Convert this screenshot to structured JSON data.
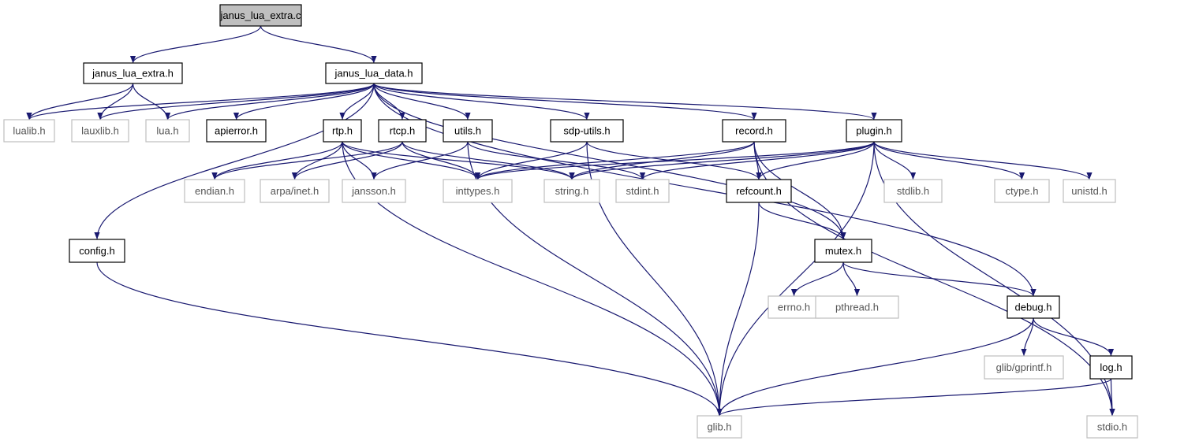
{
  "diagram": {
    "edge_color": "#191970",
    "nodes": [
      {
        "id": "janus_lua_extra_c",
        "label": "janus_lua_extra.c",
        "style": "root"
      },
      {
        "id": "janus_lua_extra_h",
        "label": "janus_lua_extra.h",
        "style": "local"
      },
      {
        "id": "janus_lua_data_h",
        "label": "janus_lua_data.h",
        "style": "local"
      },
      {
        "id": "lualib_h",
        "label": "lualib.h",
        "style": "system"
      },
      {
        "id": "lauxlib_h",
        "label": "lauxlib.h",
        "style": "system"
      },
      {
        "id": "lua_h",
        "label": "lua.h",
        "style": "system"
      },
      {
        "id": "apierror_h",
        "label": "apierror.h",
        "style": "local"
      },
      {
        "id": "rtp_h",
        "label": "rtp.h",
        "style": "local"
      },
      {
        "id": "rtcp_h",
        "label": "rtcp.h",
        "style": "local"
      },
      {
        "id": "utils_h",
        "label": "utils.h",
        "style": "local"
      },
      {
        "id": "sdp_utils_h",
        "label": "sdp-utils.h",
        "style": "local"
      },
      {
        "id": "record_h",
        "label": "record.h",
        "style": "local"
      },
      {
        "id": "plugin_h",
        "label": "plugin.h",
        "style": "local"
      },
      {
        "id": "endian_h",
        "label": "endian.h",
        "style": "system"
      },
      {
        "id": "arpa_inet_h",
        "label": "arpa/inet.h",
        "style": "system"
      },
      {
        "id": "jansson_h",
        "label": "jansson.h",
        "style": "system"
      },
      {
        "id": "inttypes_h",
        "label": "inttypes.h",
        "style": "system"
      },
      {
        "id": "string_h",
        "label": "string.h",
        "style": "system"
      },
      {
        "id": "stdint_h",
        "label": "stdint.h",
        "style": "system"
      },
      {
        "id": "refcount_h",
        "label": "refcount.h",
        "style": "local"
      },
      {
        "id": "stdlib_h",
        "label": "stdlib.h",
        "style": "system"
      },
      {
        "id": "ctype_h",
        "label": "ctype.h",
        "style": "system"
      },
      {
        "id": "unistd_h",
        "label": "unistd.h",
        "style": "system"
      },
      {
        "id": "config_h",
        "label": "config.h",
        "style": "local"
      },
      {
        "id": "mutex_h",
        "label": "mutex.h",
        "style": "local"
      },
      {
        "id": "errno_h",
        "label": "errno.h",
        "style": "system"
      },
      {
        "id": "pthread_h",
        "label": "pthread.h",
        "style": "system"
      },
      {
        "id": "debug_h",
        "label": "debug.h",
        "style": "local"
      },
      {
        "id": "glib_gprintf_h",
        "label": "glib/gprintf.h",
        "style": "system"
      },
      {
        "id": "log_h",
        "label": "log.h",
        "style": "local"
      },
      {
        "id": "glib_h",
        "label": "glib.h",
        "style": "system"
      },
      {
        "id": "stdio_h",
        "label": "stdio.h",
        "style": "system"
      }
    ],
    "edges": [
      [
        "janus_lua_extra_c",
        "janus_lua_extra_h"
      ],
      [
        "janus_lua_extra_c",
        "janus_lua_data_h"
      ],
      [
        "janus_lua_extra_h",
        "lualib_h"
      ],
      [
        "janus_lua_extra_h",
        "lauxlib_h"
      ],
      [
        "janus_lua_extra_h",
        "lua_h"
      ],
      [
        "janus_lua_data_h",
        "lualib_h"
      ],
      [
        "janus_lua_data_h",
        "lauxlib_h"
      ],
      [
        "janus_lua_data_h",
        "lua_h"
      ],
      [
        "janus_lua_data_h",
        "apierror_h"
      ],
      [
        "janus_lua_data_h",
        "config_h"
      ],
      [
        "janus_lua_data_h",
        "rtp_h"
      ],
      [
        "janus_lua_data_h",
        "rtcp_h"
      ],
      [
        "janus_lua_data_h",
        "utils_h"
      ],
      [
        "janus_lua_data_h",
        "sdp_utils_h"
      ],
      [
        "janus_lua_data_h",
        "record_h"
      ],
      [
        "janus_lua_data_h",
        "plugin_h"
      ],
      [
        "janus_lua_data_h",
        "mutex_h"
      ],
      [
        "janus_lua_data_h",
        "debug_h"
      ],
      [
        "rtp_h",
        "glib_h"
      ],
      [
        "rtp_h",
        "endian_h"
      ],
      [
        "rtp_h",
        "arpa_inet_h"
      ],
      [
        "rtp_h",
        "jansson_h"
      ],
      [
        "rtp_h",
        "inttypes_h"
      ],
      [
        "rtp_h",
        "string_h"
      ],
      [
        "rtcp_h",
        "endian_h"
      ],
      [
        "rtcp_h",
        "arpa_inet_h"
      ],
      [
        "rtcp_h",
        "inttypes_h"
      ],
      [
        "rtcp_h",
        "string_h"
      ],
      [
        "utils_h",
        "glib_h"
      ],
      [
        "utils_h",
        "jansson_h"
      ],
      [
        "utils_h",
        "stdint_h"
      ],
      [
        "sdp_utils_h",
        "inttypes_h"
      ],
      [
        "sdp_utils_h",
        "glib_h"
      ],
      [
        "sdp_utils_h",
        "refcount_h"
      ],
      [
        "record_h",
        "inttypes_h"
      ],
      [
        "record_h",
        "string_h"
      ],
      [
        "record_h",
        "refcount_h"
      ],
      [
        "record_h",
        "mutex_h"
      ],
      [
        "record_h",
        "stdio_h"
      ],
      [
        "plugin_h",
        "inttypes_h"
      ],
      [
        "plugin_h",
        "string_h"
      ],
      [
        "plugin_h",
        "stdint_h"
      ],
      [
        "plugin_h",
        "refcount_h"
      ],
      [
        "plugin_h",
        "stdlib_h"
      ],
      [
        "plugin_h",
        "ctype_h"
      ],
      [
        "plugin_h",
        "unistd_h"
      ],
      [
        "plugin_h",
        "glib_h"
      ],
      [
        "plugin_h",
        "stdio_h"
      ],
      [
        "refcount_h",
        "glib_h"
      ],
      [
        "refcount_h",
        "mutex_h"
      ],
      [
        "config_h",
        "glib_h"
      ],
      [
        "mutex_h",
        "errno_h"
      ],
      [
        "mutex_h",
        "pthread_h"
      ],
      [
        "mutex_h",
        "debug_h"
      ],
      [
        "debug_h",
        "glib_gprintf_h"
      ],
      [
        "debug_h",
        "log_h"
      ],
      [
        "debug_h",
        "glib_h"
      ],
      [
        "log_h",
        "glib_h"
      ],
      [
        "log_h",
        "stdio_h"
      ]
    ]
  }
}
